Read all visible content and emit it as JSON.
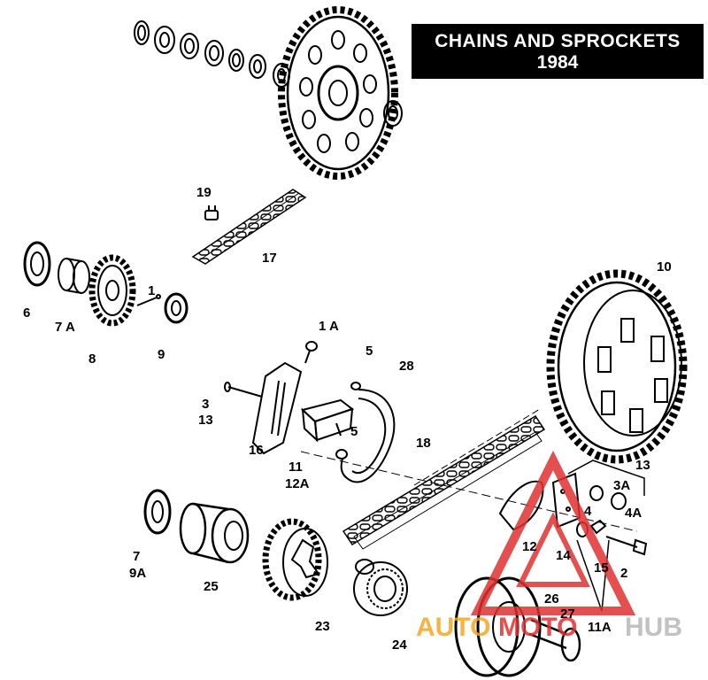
{
  "title": {
    "line1": "CHAINS AND SPROCKETS",
    "line2": "1984"
  },
  "labels": {
    "l1": "1",
    "l1a": "1 A",
    "l2": "2",
    "l3": "3",
    "l3a": "3A",
    "l4": "4",
    "l4a": "4A",
    "l5a": "5",
    "l5b": "5",
    "l6": "6",
    "l7": "7",
    "l7a": "7 A",
    "l8": "8",
    "l9": "9",
    "l9a": "9A",
    "l10": "10",
    "l11": "11",
    "l11a": "11A",
    "l12": "12",
    "l12a": "12A",
    "l13a": "13",
    "l13b": "13",
    "l14": "14",
    "l15": "15",
    "l16": "16",
    "l17": "17",
    "l18": "18",
    "l19": "19",
    "l23": "23",
    "l24": "24",
    "l25": "25",
    "l26": "26",
    "l27": "27",
    "l28": "28"
  },
  "watermark": {
    "part1": "AUTO",
    "part2": "MOTO",
    "part3": "HUB"
  },
  "colors": {
    "watermark_red": "#e03131",
    "watermark_orange": "#f5a623",
    "watermark_gray": "#b8b8b8"
  }
}
